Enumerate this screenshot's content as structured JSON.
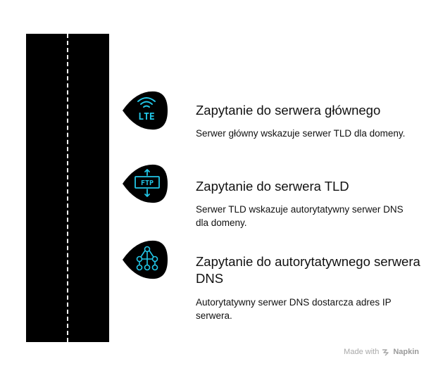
{
  "colors": {
    "road": "#000000",
    "road_line": "#ffffff",
    "icon": "#22c7e8",
    "credit": "#a9a9a9"
  },
  "steps": [
    {
      "icon": "lte-signal-icon",
      "icon_text": "LTE",
      "title": "Zapytanie do serwera głównego",
      "description": "Serwer główny wskazuje serwer TLD dla domeny."
    },
    {
      "icon": "ftp-transfer-icon",
      "icon_text": "FTP",
      "title": "Zapytanie do serwera TLD",
      "description": "Serwer TLD wskazuje autorytatywny serwer DNS dla domeny."
    },
    {
      "icon": "network-nodes-icon",
      "icon_text": "",
      "title": "Zapytanie do autorytatywnego serwera DNS",
      "description": "Autorytatywny serwer DNS dostarcza adres IP serwera."
    }
  ],
  "credit": {
    "prefix": "Made with",
    "brand": "Napkin"
  }
}
